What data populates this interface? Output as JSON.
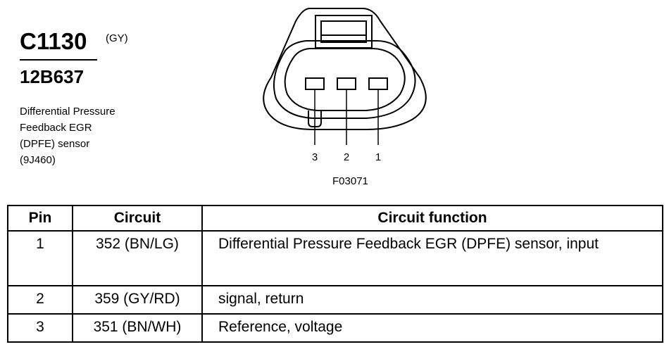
{
  "connector": {
    "code": "C1130",
    "color": "(GY)",
    "part_number": "12B637",
    "description_lines": [
      "Differential Pressure",
      "Feedback EGR",
      "(DPFE) sensor",
      "(9J460)"
    ]
  },
  "diagram": {
    "pin_labels": [
      "3",
      "2",
      "1"
    ],
    "figure_id": "F03071"
  },
  "table": {
    "headers": {
      "pin": "Pin",
      "circuit": "Circuit",
      "function": "Circuit function"
    },
    "rows": [
      {
        "pin": "1",
        "circuit": "352 (BN/LG)",
        "function": "Differential Pressure Feedback EGR (DPFE) sensor, input"
      },
      {
        "pin": "2",
        "circuit": "359 (GY/RD)",
        "function": "signal, return"
      },
      {
        "pin": "3",
        "circuit": "351 (BN/WH)",
        "function": "Reference, voltage"
      }
    ]
  }
}
